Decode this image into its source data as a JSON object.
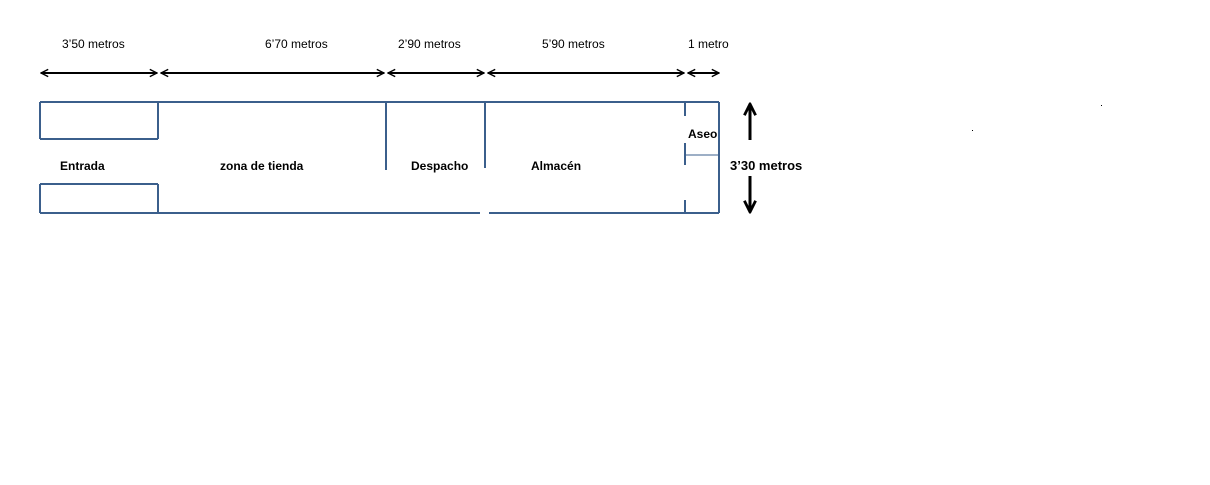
{
  "dimensions": {
    "entrada": "3’50 metros",
    "tienda": "6’70 metros",
    "despacho": "2’90 metros",
    "almacen": "5’90 metros",
    "aseo": "1 metro",
    "height": "3’30 metros"
  },
  "rooms": {
    "entrada": "Entrada",
    "tienda": "zona de tienda",
    "despacho": "Despacho",
    "almacen": "Almacén",
    "aseo": "Aseo"
  },
  "colors": {
    "wall": "#3B5F8C",
    "arrow": "#000000"
  }
}
